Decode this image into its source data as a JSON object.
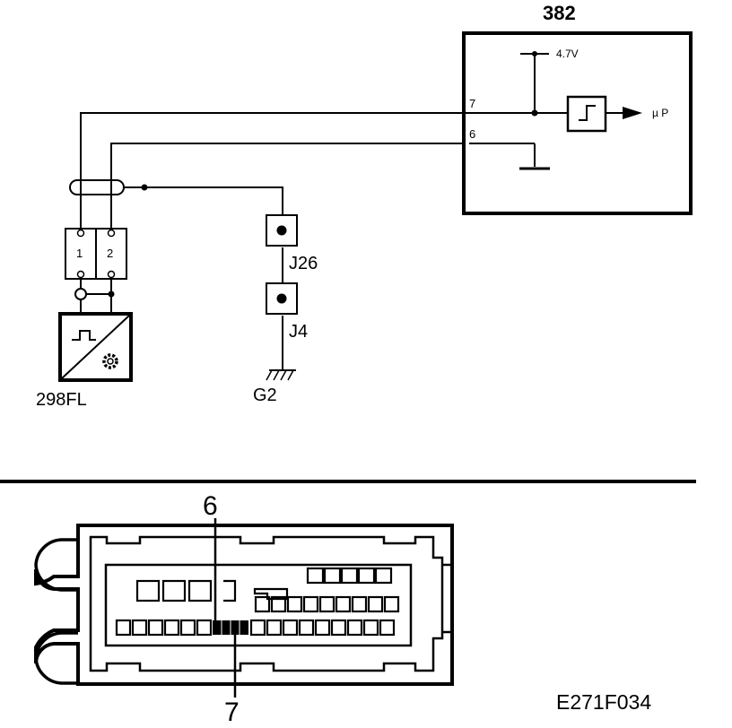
{
  "diagram": {
    "module_label": "382",
    "voltage_label": "4.7V",
    "output_label": "µ P",
    "pin_7_label": "7",
    "pin_6_label": "6",
    "sensor_label": "298FL",
    "sensor_pin_1": "1",
    "sensor_pin_2": "2",
    "connector_j26_label": "J26",
    "connector_j4_label": "J4",
    "ground_label": "G2",
    "connector_pin_top_label": "6",
    "connector_pin_bottom_label": "7",
    "figure_code": "E271F034"
  }
}
